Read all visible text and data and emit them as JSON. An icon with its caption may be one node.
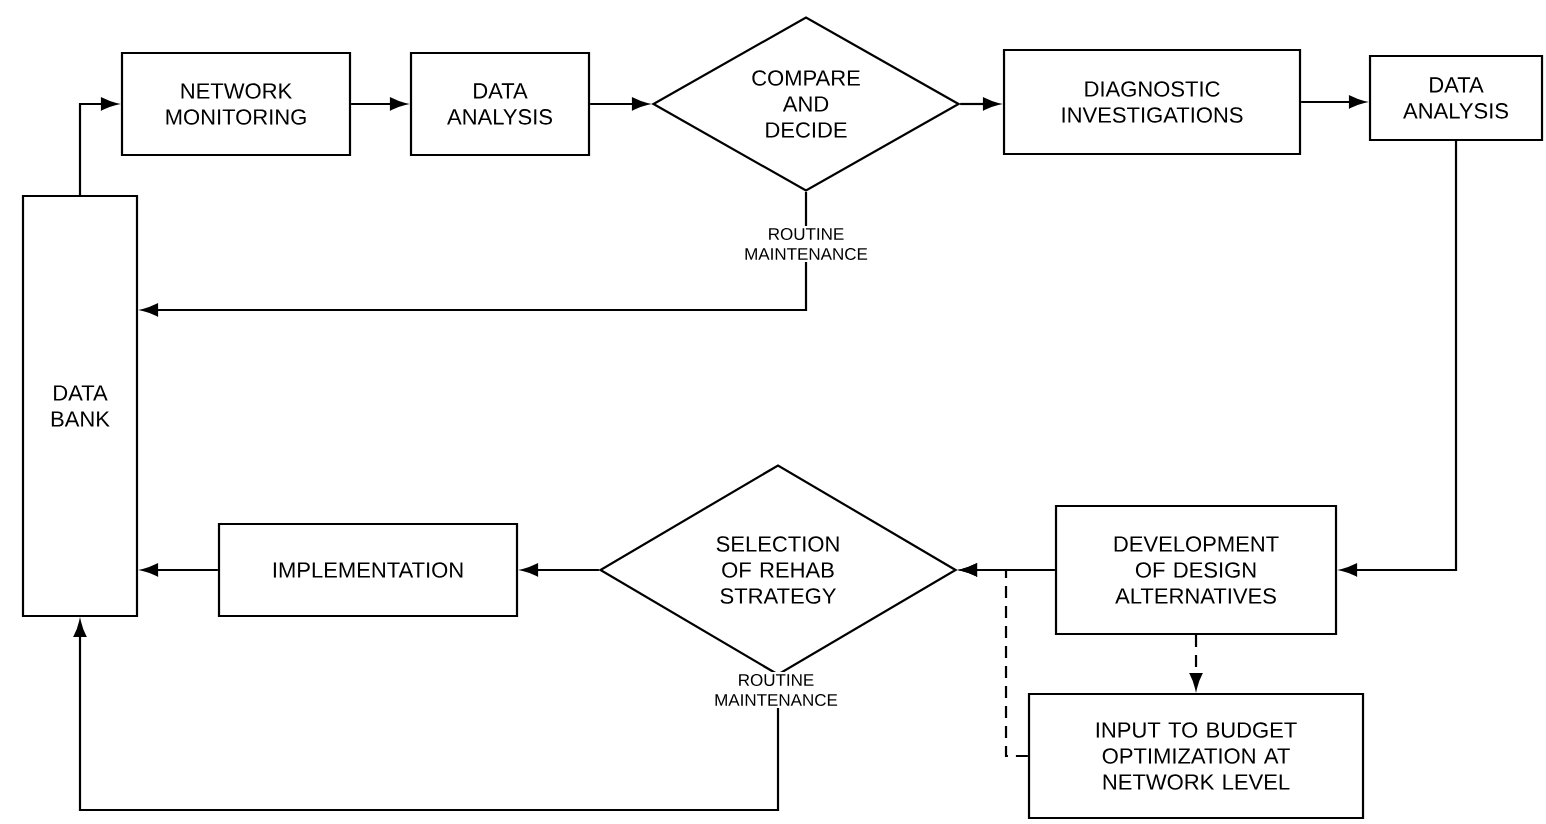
{
  "diagram": {
    "nodes": [
      {
        "text": [
          "DATA BANK"
        ]
      },
      {
        "text": [
          "NETWORK MONITORING"
        ]
      },
      {
        "text": [
          "DATA ANALYSIS"
        ]
      },
      {
        "text": [
          "COMPARE AND DECIDE"
        ]
      },
      {
        "text": [
          "DIAGNOSTIC INVESTIGATIONS"
        ]
      },
      {
        "text": [
          "DATA ANALYSIS"
        ]
      },
      {
        "text": [
          "DEVELOPMENT OF DESIGN ALTERNATIVES"
        ]
      },
      {
        "text": [
          "INPUT TO BUDGET OPTIMIZATION AT NETWORK LEVEL"
        ]
      },
      {
        "text": [
          "SELECTION OF REHAB STRATEGY"
        ]
      },
      {
        "text": [
          "IMPLEMENTATION"
        ]
      }
    ],
    "edges": [
      {
        "from": 0,
        "to": 1,
        "arrow": "to"
      },
      {
        "from": 1,
        "to": 2,
        "arrow": "to"
      },
      {
        "from": 2,
        "to": 3,
        "arrow": "to"
      },
      {
        "from": 3,
        "to": 4,
        "arrow": "to"
      },
      {
        "from": 4,
        "to": 5,
        "arrow": "to"
      },
      {
        "from": 3,
        "to": 0,
        "arrow": "to",
        "label": "ROUTINE MAINTENANCE"
      },
      {
        "from": 5,
        "to": 6,
        "arrow": "to"
      },
      {
        "from": 6,
        "to": 8,
        "arrow": "to"
      },
      {
        "from": 6,
        "to": 7,
        "arrow": "to",
        "style": "dashed"
      },
      {
        "from": 7,
        "to": 8,
        "arrow": "to",
        "style": "dashed"
      },
      {
        "from": 8,
        "to": 9,
        "arrow": "to"
      },
      {
        "from": 9,
        "to": 0,
        "arrow": "to"
      },
      {
        "from": 8,
        "to": 0,
        "arrow": "to",
        "label": "ROUTINE MAINTENANCE"
      }
    ]
  }
}
